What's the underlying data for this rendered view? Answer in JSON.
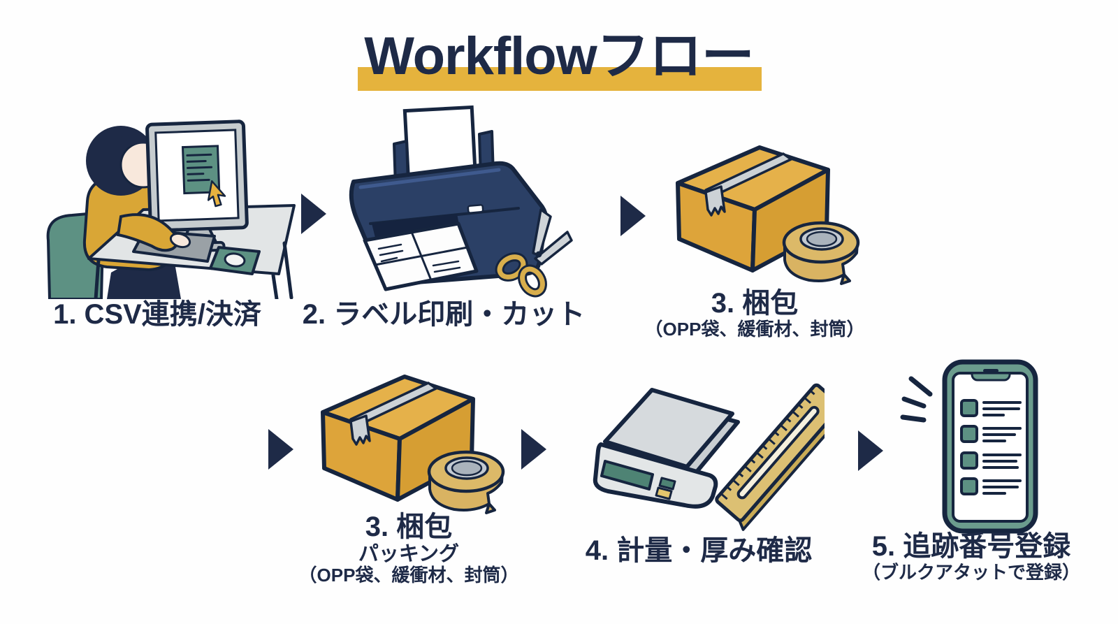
{
  "title": {
    "text": "Workflowフロー"
  },
  "steps": [
    {
      "label": "1. CSV連携/決済",
      "icon": "person-at-computer"
    },
    {
      "label": "2. ラベル印刷・カット",
      "icon": "printer-and-scissors"
    },
    {
      "label": "3. 梱包",
      "sublabel": "（OPP袋、緩衝材、封筒）",
      "icon": "cardboard-box-and-tape"
    },
    {
      "label": "3. 梱包",
      "sublabel_a": "パッキング",
      "sublabel_b": "（OPP袋、緩衝材、封筒）",
      "icon": "cardboard-box-and-tape"
    },
    {
      "label": "4. 計量・厚み確認",
      "icon": "scale-and-ruler"
    },
    {
      "label": "5. 追跡番号登録",
      "sublabel": "（ブルクアタットで登録）",
      "icon": "smartphone-checklist"
    }
  ],
  "colors": {
    "text_navy": "#1e2a47",
    "outline_navy": "#16253f",
    "title_highlight": "#e5b33d",
    "box_gold": "#e0aa3e",
    "accent_green": "#5d9183",
    "tape_gray": "#ccd2d6",
    "background": "#fefefe"
  }
}
